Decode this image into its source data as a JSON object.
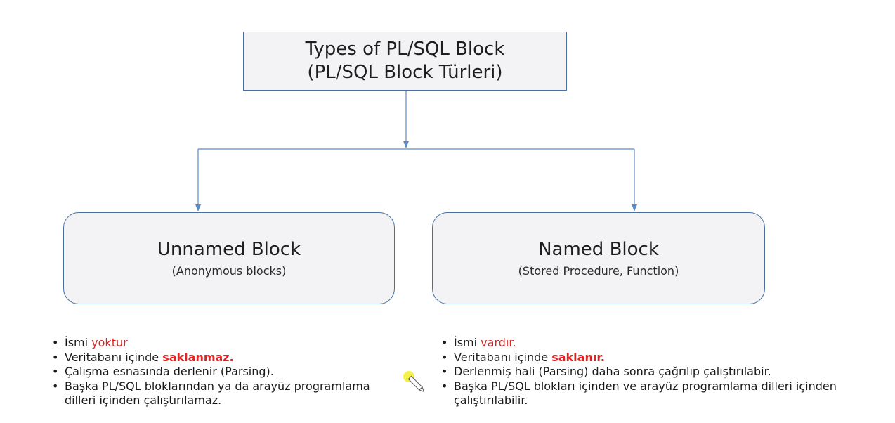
{
  "diagram": {
    "root": {
      "title_line1": "Types of PL/SQL Block",
      "title_line2": "(PL/SQL Block Türleri)"
    },
    "unnamed": {
      "title": "Unnamed Block",
      "subtitle": "(Anonymous blocks)",
      "bullets": [
        {
          "parts": [
            {
              "text": "İsmi ",
              "style": "plain"
            },
            {
              "text": "yoktur",
              "style": "red"
            }
          ]
        },
        {
          "parts": [
            {
              "text": "Veritabanı içinde ",
              "style": "plain"
            },
            {
              "text": "saklanmaz.",
              "style": "red-bold"
            }
          ]
        },
        {
          "parts": [
            {
              "text": "Çalışma esnasında derlenir (Parsing).",
              "style": "plain"
            }
          ]
        },
        {
          "parts": [
            {
              "text": "Başka PL/SQL bloklarından ya da arayüz programlama dilleri içinden çalıştırılamaz.",
              "style": "plain"
            }
          ]
        }
      ]
    },
    "named": {
      "title": "Named Block",
      "subtitle": "(Stored Procedure, Function)",
      "bullets": [
        {
          "parts": [
            {
              "text": "İsmi ",
              "style": "plain"
            },
            {
              "text": "vardır.",
              "style": "red"
            }
          ]
        },
        {
          "parts": [
            {
              "text": "Veritabanı içinde ",
              "style": "plain"
            },
            {
              "text": "saklanır.",
              "style": "red-bold"
            }
          ]
        },
        {
          "parts": [
            {
              "text": "Derlenmiş hali (Parsing) daha sonra çağrılıp çalıştırılabir.",
              "style": "plain"
            }
          ]
        },
        {
          "parts": [
            {
              "text": "Başka PL/SQL blokları içinden ve arayüz programlama dilleri içinden çalıştırılabilir.",
              "style": "plain"
            }
          ]
        }
      ]
    },
    "bullet_glyph": "•",
    "colors": {
      "border": "#4a6e9e",
      "connector": "#5b8cc8",
      "box_fill": "#f3f3f5",
      "highlight": "#e02424",
      "cursor_highlight": "#f2ee2c"
    }
  }
}
